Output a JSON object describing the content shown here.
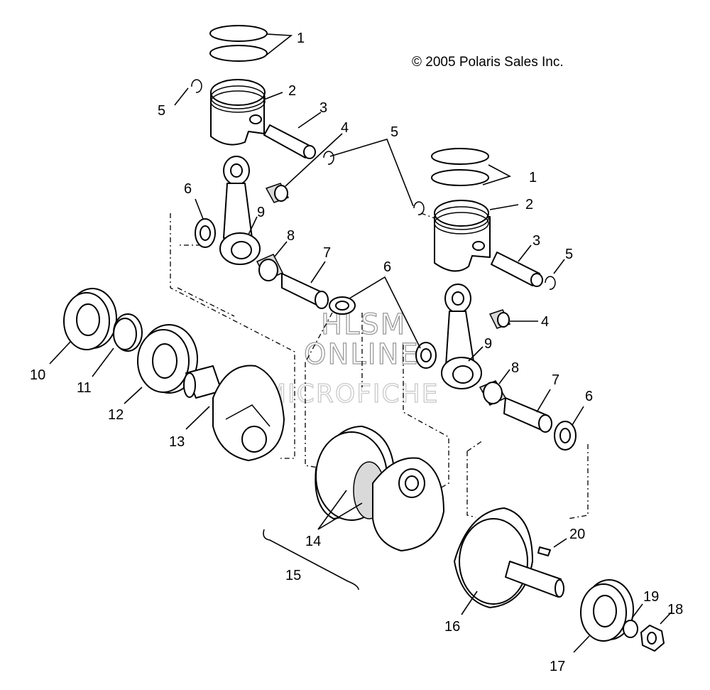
{
  "copyright": "© 2005 Polaris Sales Inc.",
  "watermark": {
    "line1": "HLSM",
    "line2": "ONLINE",
    "line3": "MICROFICHE"
  },
  "callouts": {
    "c1a": "1",
    "c2a": "2",
    "c3a": "3",
    "c4a": "4",
    "c5a": "5",
    "c5b": "5",
    "c6a": "6",
    "c9a": "9",
    "c8a": "8",
    "c7a": "7",
    "c1b": "1",
    "c2b": "2",
    "c3b": "3",
    "c5c": "5",
    "c6b": "6",
    "c4b": "4",
    "c9b": "9",
    "c8b": "8",
    "c7b": "7",
    "c6c": "6",
    "c10": "10",
    "c11": "11",
    "c12": "12",
    "c13": "13",
    "c14": "14",
    "c15": "15",
    "c16": "16",
    "c17": "17",
    "c18": "18",
    "c19": "19",
    "c20": "20"
  }
}
